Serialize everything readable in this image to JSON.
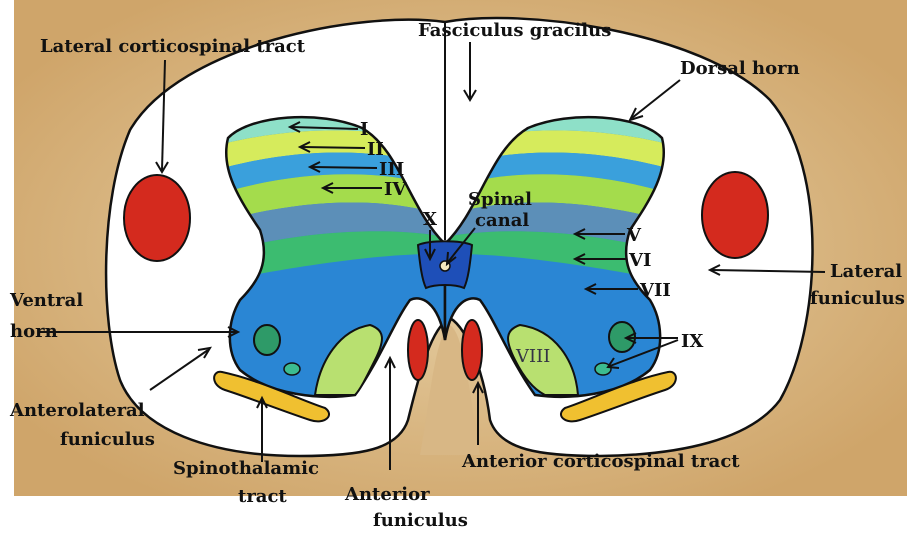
{
  "labels": {
    "lateral_corticospinal_tract": "Lateral corticospinal tract",
    "fasciculus_gracilus": "Fasciculus gracilus",
    "dorsal_horn": "Dorsal horn",
    "lamina_1": "I",
    "lamina_2": "II",
    "lamina_3": "III",
    "lamina_4": "IV",
    "lamina_5": "V",
    "lamina_6": "VI",
    "lamina_7": "VII",
    "lamina_8": "VIII",
    "lamina_9": "IX",
    "lamina_10": "X",
    "spinal_canal_1": "Spinal",
    "spinal_canal_2": "canal",
    "lateral_funiculus_1": "Lateral",
    "lateral_funiculus_2": "funiculus",
    "ventral_horn_1": "Ventral",
    "ventral_horn_2": "horn",
    "anterolateral_funiculus_1": "Anterolateral",
    "anterolateral_funiculus_2": "funiculus",
    "spinothalamic_tract_1": "Spinothalamic",
    "spinothalamic_tract_2": "tract",
    "anterior_funiculus_1": "Anterior",
    "anterior_funiculus_2": "funiculus",
    "anterior_corticospinal_tract": "Anterior corticospinal tract"
  },
  "colors": {
    "background": "#d8b785",
    "white_matter": "#ffffff",
    "lamina_1": "#8ee0c8",
    "lamina_2": "#d6eb5c",
    "lamina_3": "#3aa0dc",
    "lamina_4": "#a4dc4c",
    "lamina_5": "#5c8fb8",
    "lamina_6": "#3cbc70",
    "lamina_7": "#2a86d4",
    "lamina_8": "#b8e070",
    "lamina_9": "#2e9a68",
    "lamina_10": "#1e4fb8",
    "tract_red": "#d42a1e",
    "spinothalamic": "#f0c030"
  }
}
